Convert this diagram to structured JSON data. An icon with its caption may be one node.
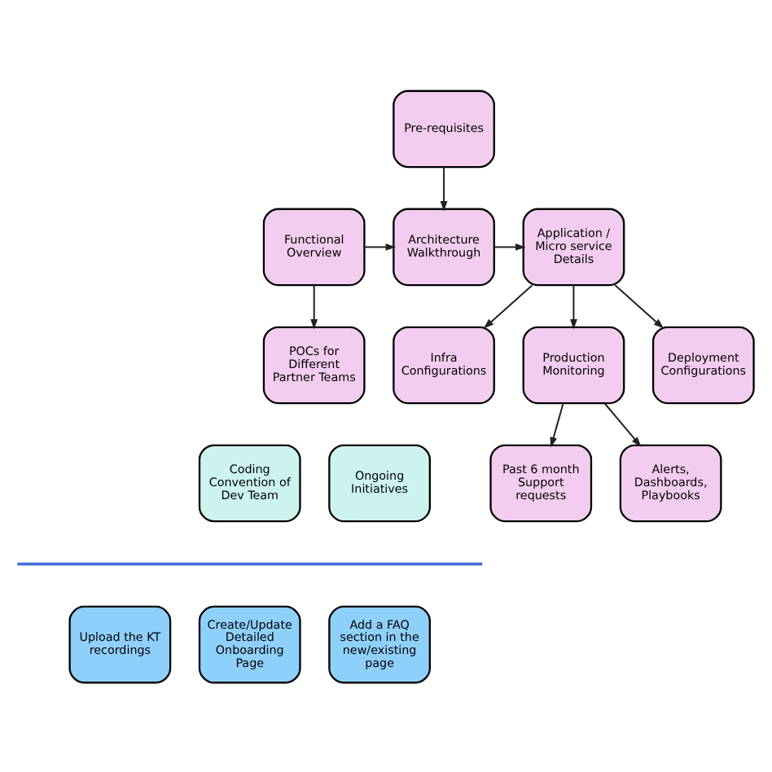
{
  "diagram": {
    "nodes": [
      {
        "text": [
          "Pre-requisites"
        ]
      },
      {
        "text": [
          "Functional Overview"
        ]
      },
      {
        "text": [
          "Architecture Walkthrough"
        ]
      },
      {
        "text": [
          "Application / Micro service Details"
        ]
      },
      {
        "text": [
          "POCs for Different Partner Teams"
        ]
      },
      {
        "text": [
          "Deployment Configurations"
        ]
      },
      {
        "text": [
          "Infra Configurations"
        ]
      },
      {
        "text": [
          "Production Monitoring"
        ]
      },
      {
        "text": [
          "Coding Convention of Dev Team"
        ]
      },
      {
        "text": [
          "Ongoing Initiatives"
        ]
      },
      {
        "text": [
          "Past 6 month Support requests"
        ]
      },
      {
        "text": [
          "Alerts, Dashboards, Playbooks"
        ]
      },
      {
        "text": [
          "Upload the KT recordings"
        ]
      },
      {
        "text": [
          "Create/Update Detailed Onboarding Page"
        ]
      },
      {
        "text": [
          "Add a FAQ section in the new/existing page"
        ]
      }
    ],
    "edges": [
      {
        "from": 0,
        "to": 2,
        "arrow": "to"
      },
      {
        "from": 1,
        "to": 2,
        "arrow": "to"
      },
      {
        "from": 2,
        "to": 3,
        "arrow": "to"
      },
      {
        "from": 1,
        "to": 4,
        "arrow": "to"
      },
      {
        "from": 3,
        "to": 5,
        "arrow": "to"
      },
      {
        "from": 3,
        "to": 6,
        "arrow": "to"
      },
      {
        "from": 3,
        "to": 7,
        "arrow": "to"
      },
      {
        "from": 7,
        "to": 10,
        "arrow": "to"
      },
      {
        "from": 7,
        "to": 11,
        "arrow": "to"
      }
    ]
  }
}
